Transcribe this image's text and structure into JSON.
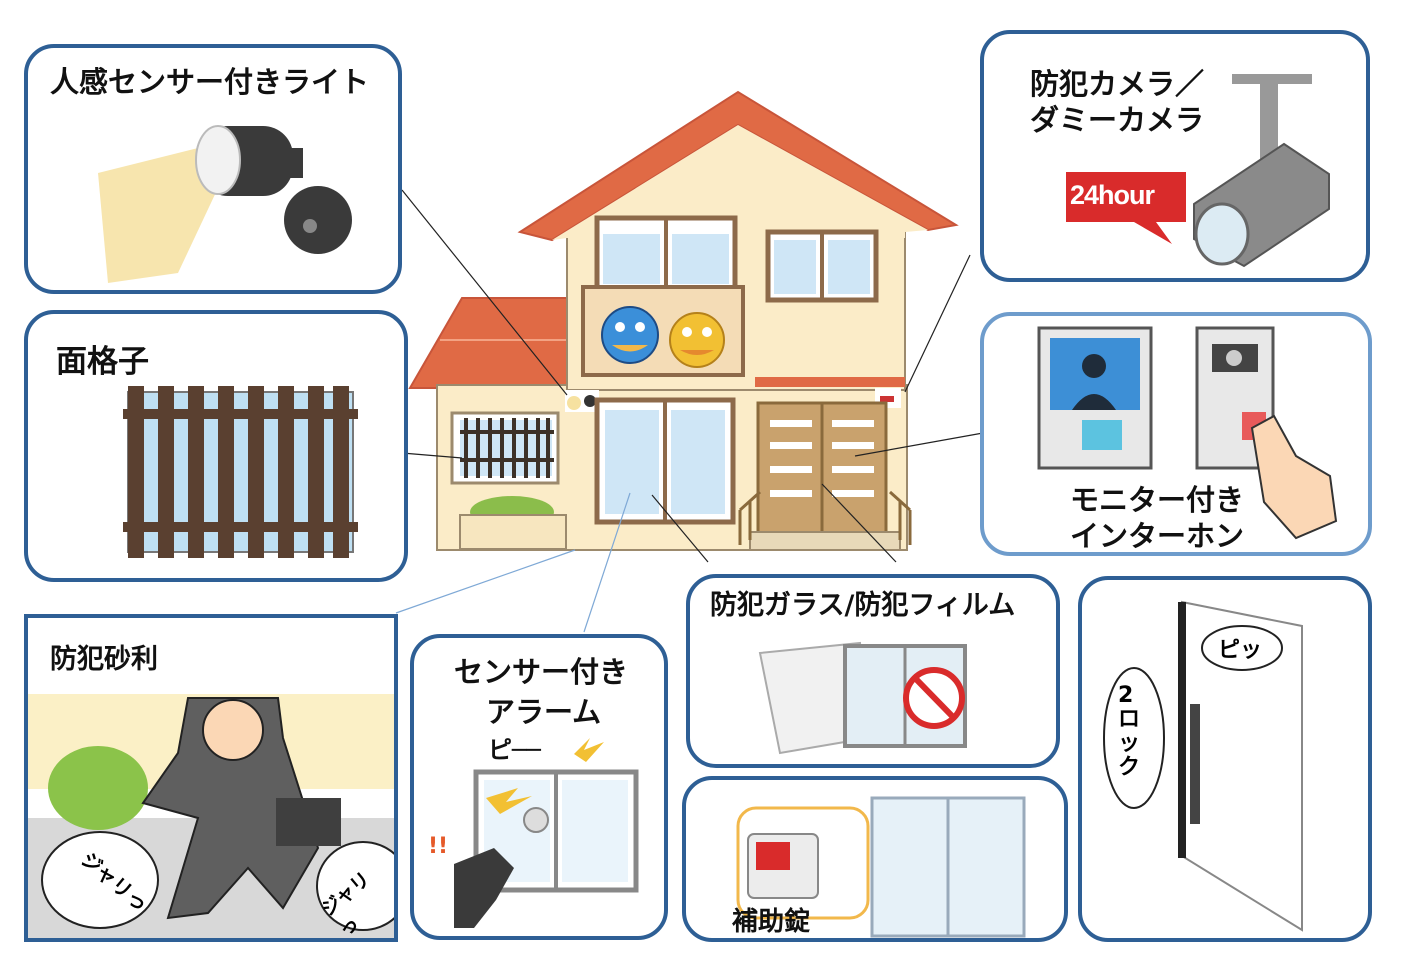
{
  "panels": {
    "light": {
      "label": "人感センサー付きライト"
    },
    "camera": {
      "label_line1": "防犯カメラ／",
      "label_line2": "ダミーカメラ",
      "badge": "24hour"
    },
    "grille": {
      "label": "面格子"
    },
    "intercom": {
      "label_line1": "モニター付き",
      "label_line2": "インターホン"
    },
    "gravel": {
      "label": "防犯砂利",
      "bubble1": "ジャリっ",
      "bubble2": "ジャリっ"
    },
    "alarm": {
      "label_line1": "センサー付き",
      "label_line2": "アラーム",
      "label_line3": "ピ──",
      "exclaim": "!!"
    },
    "glass": {
      "label": "防犯ガラス/防犯フィルム"
    },
    "lock": {
      "label": "補助錠"
    },
    "door": {
      "bubble": "ピッ",
      "double_lock": "2ロック"
    }
  },
  "colors": {
    "panel_border": "#2e5f95",
    "panel_border_light": "#6e9ccc",
    "roof": "#e06a45",
    "wall": "#fbecc8"
  }
}
